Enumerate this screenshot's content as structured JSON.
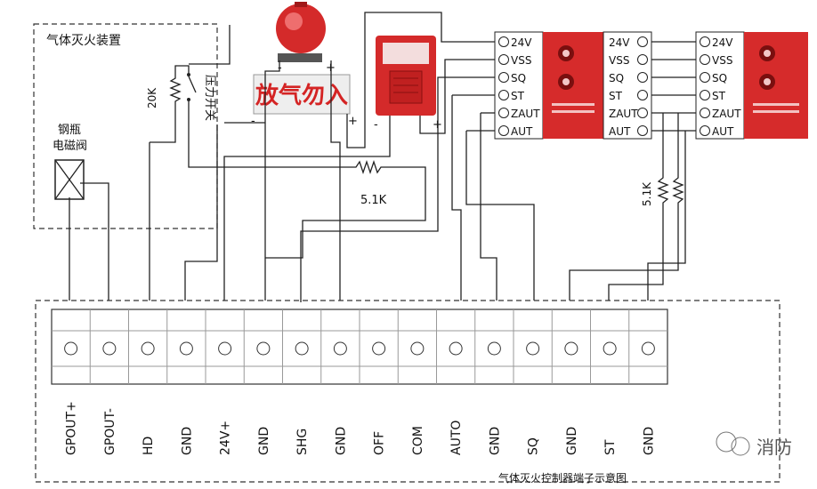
{
  "gas_device": {
    "title": "气体灭火装置",
    "cylinder_valve": [
      "钢瓶",
      "电磁阀"
    ],
    "resistor": "20K",
    "pressure_switch": "压力开关"
  },
  "sign": {
    "text": "放气勿入"
  },
  "polarity": {
    "minus": "-",
    "plus": "+"
  },
  "resistor_51k": "5.1K",
  "module_terminals": [
    "24V",
    "VSS",
    "SQ",
    "ST",
    "ZAUT",
    "AUT"
  ],
  "controller": {
    "terminals": [
      "GPOUT+",
      "GPOUT-",
      "HD",
      "GND",
      "24V+",
      "GND",
      "SHG",
      "GND",
      "OFF",
      "COM",
      "AUTO",
      "GND",
      "SQ",
      "GND",
      "ST",
      "GND"
    ],
    "caption": "气体灭火控制器端子示意图"
  },
  "watermark": {
    "text": "消防"
  }
}
